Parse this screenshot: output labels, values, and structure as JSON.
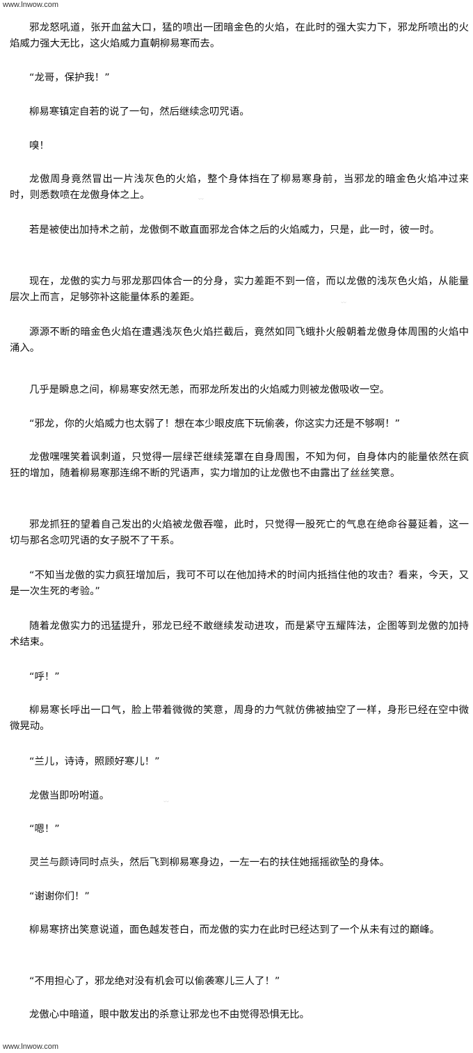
{
  "watermark": "www.lnwow.com",
  "paragraphs": [
    "邪龙怒吼道，张开血盆大口，猛的喷出一团暗金色的火焰，在此时的强大实力下，邪龙所喷出的火焰威力强大无比，这火焰威力直朝柳易寒而去。",
    "“龙哥，保护我！”",
    "柳易寒镇定自若的说了一句，然后继续念叨咒语。",
    "嗅！",
    "龙傲周身竟然冒出一片浅灰色的火焰，整个身体挡在了柳易寒身前，当邪龙的暗金色火焰冲过来时，则悉数喷在龙傲身体之上。",
    "若是被使出加持术之前，龙傲倒不敢直面邪龙合体之后的火焰威力，只是，此一时，彼一时。",
    "现在，龙傲的实力与邪龙那四体合一的分身，实力差距不到一倍，而以龙傲的浅灰色火焰，从能量层次上而言，足够弥补这能量体系的差距。",
    "源源不断的暗金色火焰在遭遇浅灰色火焰拦截后，竟然如同飞蛾扑火般朝着龙傲身体周围的火焰中涌入。",
    "几乎是瞬息之间，柳易寒安然无恙，而邪龙所发出的火焰威力则被龙傲吸收一空。",
    "“邪龙，你的火焰威力也太弱了！想在本少眼皮底下玩偷袭，你这实力还是不够啊！”",
    "龙傲嘿嘿笑着讽刺道，只觉得一层绿芒继续笼罩在自身周围，不知为何，自身体内的能量依然在疯狂的增加，随着柳易寒那连绵不断的咒语声，实力增加的让龙傲也不由露出了丝丝笑意。",
    "邪龙抓狂的望着自己发出的火焰被龙傲吞噬，此时，只觉得一股死亡的气息在绝命谷蔓延着，这一切与那名念叨咒语的女子脱不了干系。",
    "“不知当龙傲的实力疯狂增加后，我可不可以在他加持术的时间内抵挡住他的攻击？看来，今天，又是一次生死的考验。”",
    "随着龙傲实力的迅猛提升，邪龙已经不敢继续发动进攻，而是紧守五耀阵法，企图等到龙傲的加持术结束。",
    "“呼！”",
    "柳易寒长呼出一口气，脸上带着微微的笑意，周身的力气就仿佛被抽空了一样，身形已经在空中微微晃动。",
    "“兰儿，诗诗，照顾好寒儿！”",
    "龙傲当即吩咐道。",
    "“嗯！”",
    "灵兰与颜诗同时点头，然后飞到柳易寒身边，一左一右的扶住她摇摇欲坠的身体。",
    "“谢谢你们！”",
    "柳易寒挤出笑意说道，面色越发苍白，而龙傲的实力在此时已经达到了一个从未有过的巅峰。",
    "“不用担心了，邪龙绝对没有机会可以偷袭寒儿三人了！”",
    "龙傲心中暗道，眼中散发出的杀意让邪龙也不由觉得恐惧无比。"
  ]
}
